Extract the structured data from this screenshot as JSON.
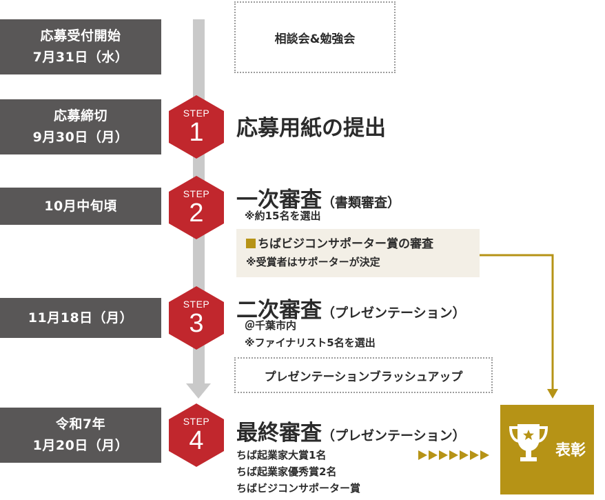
{
  "dates": [
    {
      "lines": [
        "応募受付開始",
        "7月31日（水）"
      ]
    },
    {
      "lines": [
        "応募締切",
        "9月30日（月）"
      ]
    },
    {
      "lines": [
        "10月中旬頃"
      ]
    },
    {
      "lines": [
        "11月18日（月）"
      ]
    },
    {
      "lines": [
        "令和7年",
        "1月20日（月）"
      ]
    }
  ],
  "steps": [
    {
      "label": "STEP",
      "number": "1"
    },
    {
      "label": "STEP",
      "number": "2"
    },
    {
      "label": "STEP",
      "number": "3"
    },
    {
      "label": "STEP",
      "number": "4"
    }
  ],
  "study_session": "相談会&勉強会",
  "step1": {
    "title": "応募用紙の提出"
  },
  "step2": {
    "title": "一次審査",
    "subtitle": "（書類審査）",
    "notes": [
      "※約15名を選出"
    ]
  },
  "supporter_review": {
    "title": "ちばビジコンサポーター賞の審査",
    "note": "※受賞者はサポーターが決定"
  },
  "step3": {
    "title": "二次審査",
    "subtitle": "（プレゼンテーション）",
    "notes": [
      "＠千葉市内",
      "※ファイナリスト5名を選出"
    ]
  },
  "brushup": "プレゼンテーションブラッシュアップ",
  "step4": {
    "title": "最終審査",
    "subtitle": "（プレゼンテーション）",
    "awards": [
      "ちば起業家大賞1名",
      "ちば起業家優秀賞2名",
      "ちばビジコンサポーター賞"
    ]
  },
  "award": {
    "label": "表彰",
    "icon": "trophy-icon"
  },
  "colors": {
    "date_box": "#595757",
    "step_hex": "#c1272d",
    "accent_gold": "#b69316",
    "timeline": "#c9c9c9",
    "supporter_bg": "#f3efe6"
  }
}
